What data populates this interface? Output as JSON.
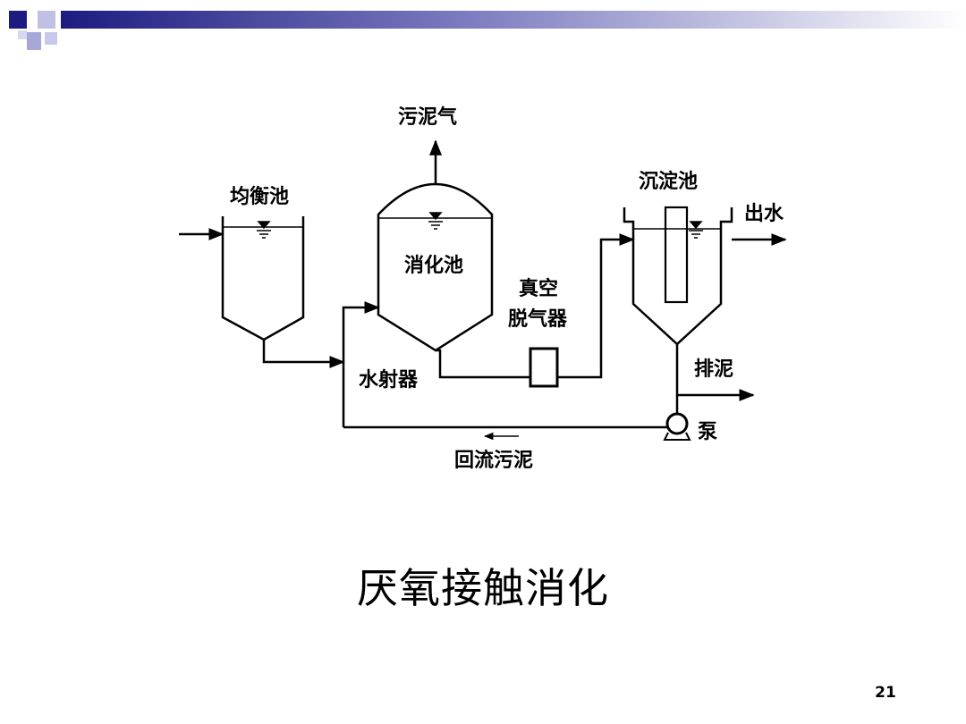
{
  "header": {
    "colors": {
      "navy": "#1c1c80",
      "gradient_end": "#ffffff",
      "square_light": "#a8a8d8"
    }
  },
  "diagram": {
    "labels": {
      "sludge_gas": "污泥气",
      "equalization_tank": "均衡池",
      "digester": "消化池",
      "vacuum_degasser_line1": "真空",
      "vacuum_degasser_line2": "脱气器",
      "settling_tank": "沉淀池",
      "effluent": "出水",
      "water_ejector": "水射器",
      "sludge_discharge": "排泥",
      "pump": "泵",
      "return_sludge": "回流污泥"
    }
  },
  "slide": {
    "caption": "厌氧接触消化",
    "page_number": "21"
  }
}
